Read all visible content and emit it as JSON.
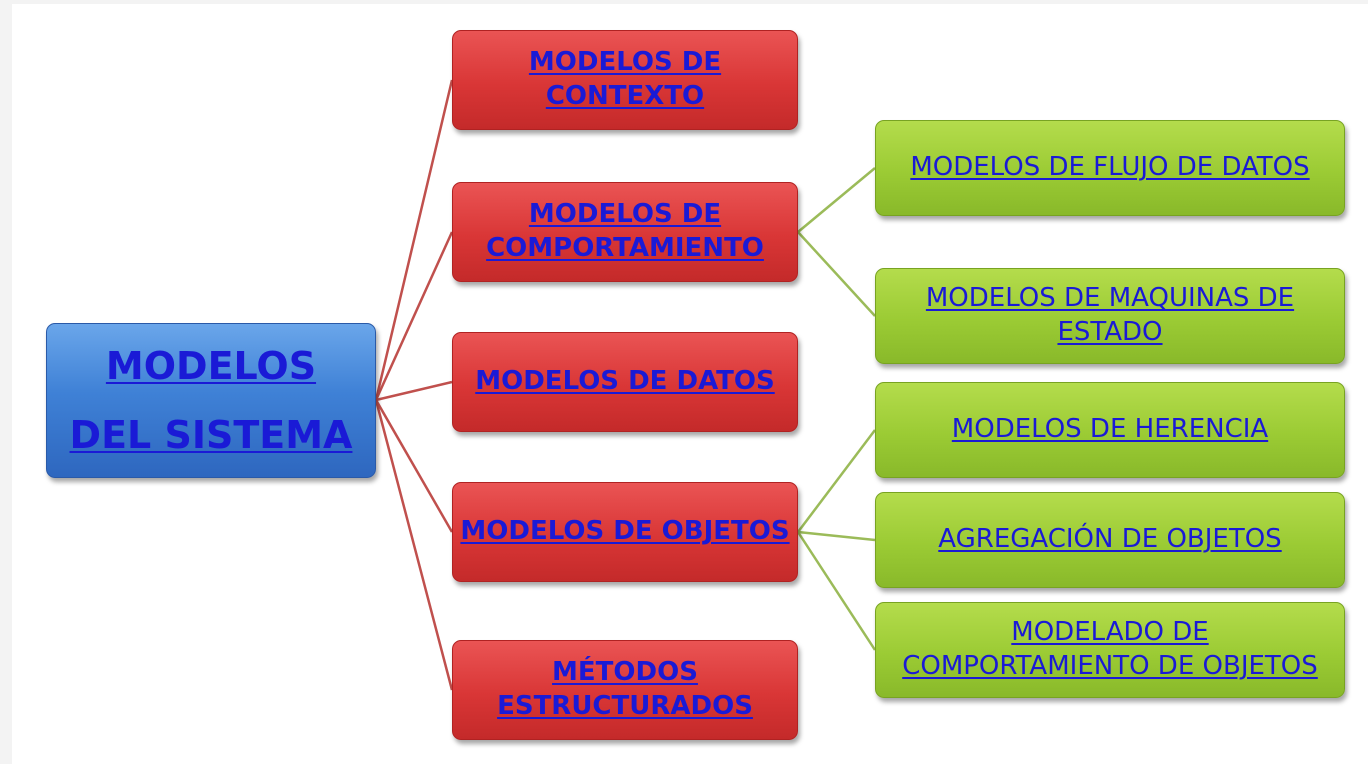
{
  "diagram": {
    "root": {
      "label": "MODELOS\n DEL SISTEMA"
    },
    "level1": [
      {
        "label": "MODELOS DE\nCONTEXTO"
      },
      {
        "label": "MODELOS DE\nCOMPORTAMIENTO"
      },
      {
        "label": "MODELOS DE DATOS"
      },
      {
        "label": "MODELOS DE OBJETOS"
      },
      {
        "label": "MÉTODOS\nESTRUCTURADOS"
      }
    ],
    "level2": [
      {
        "label": "MODELOS DE FLUJO DE DATOS"
      },
      {
        "label": "MODELOS DE MAQUINAS DE\nESTADO"
      },
      {
        "label": "MODELOS DE HERENCIA"
      },
      {
        "label": "AGREGACIÓN DE OBJETOS"
      },
      {
        "label": "MODELADO DE\nCOMPORTAMIENTO DE OBJETOS"
      }
    ],
    "colors": {
      "root_fill": "#3f81d6",
      "level1_fill": "#d93636",
      "level2_fill": "#9bcb34",
      "link_text": "#1a1ad6",
      "connector_root": "#c0504d",
      "connector_green": "#9bbb59"
    }
  }
}
